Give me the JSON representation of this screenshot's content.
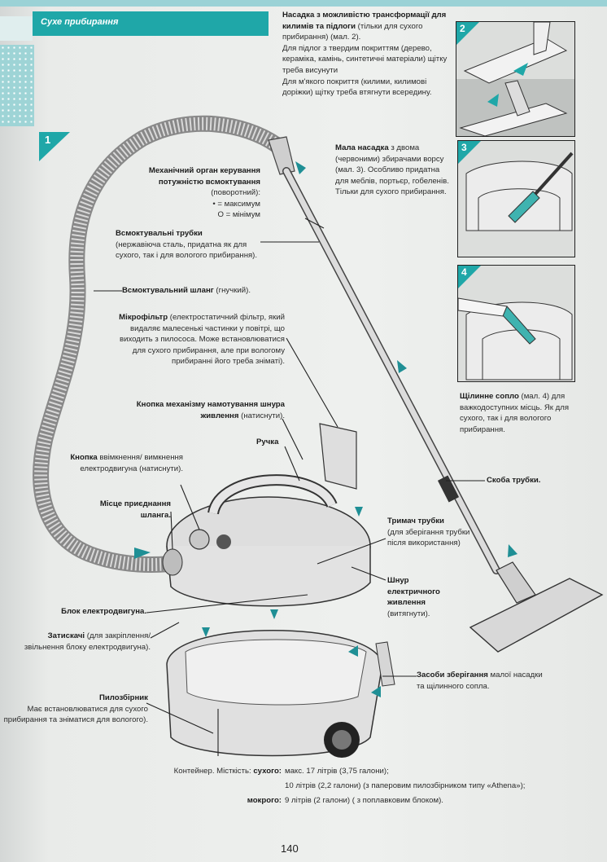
{
  "section": "Сухе прибирання",
  "page_number": "140",
  "figures": [
    "1",
    "2",
    "3",
    "4"
  ],
  "nozzle_top": {
    "title": "Насадка з можливістю трансформації для килимів та підлоги",
    "note1": " (тільки для сухого прибирання) (мал. 2).",
    "note2": "Для підлог з твердим покриттям (дерево, кераміка, камінь, синтетичні матеріали) щітку треба висунути",
    "note3": "Для м'якого покриття (килими, килимові доріжки) щітку треба втягнути всередину."
  },
  "small_nozzle": {
    "title": "Мала насадка",
    "text": " з двома (червоними) збирачами ворсу (мал. 3). Особливо придатна для меблів, портьєр, гобеленів. Тільки для сухого прибирання."
  },
  "control": {
    "title": "Механічний орган керування потужністю всмоктування",
    "note": " (поворотний):",
    "max": "• = максимум",
    "min": "O = мінімум"
  },
  "tubes": {
    "title": "Всмоктувальні трубки",
    "note": "(нержавіюча сталь, придатна як для сухого, так і для вологого прибирання)."
  },
  "hose": {
    "title": "Всмоктувальний шланг",
    "note": " (гнучкий)."
  },
  "microfilter": {
    "title": "Мікрофільтр",
    "note": " (електростатичний фільтр, який видаляє малесенькі частинки у повітрі, що виходить з пилососа. Може встановлюватися для сухого прибирання, але при вологому прибиранні його треба зніматі)."
  },
  "cord_button": {
    "title": "Кнопка механізму намотування шнура живлення",
    "note": " (натиснути)."
  },
  "handle": "Ручка",
  "power_button": {
    "title": "Кнопка",
    "title2": " ввімкнення/",
    "note": "вимкнення електродвигуна (натиснути)."
  },
  "hose_socket": "Місце приєднання шланга.",
  "crevice": {
    "title": "Щілинне сопло",
    "note": " (мал. 4) для важкодоступних місць. Як для сухого, так і для вологого прибирання."
  },
  "clip": "Скоба трубки.",
  "tube_holder": {
    "title": "Тримач трубки",
    "note": "(для зберігання трубки після використання)"
  },
  "cord": {
    "title": "Шнур електричного живлення",
    "note": "(витягнути)."
  },
  "motor_block": "Блок електродвигуна.",
  "latches": {
    "title": "Затискачі",
    "note": " (для закріплення/ звільнення блоку електродвигуна)."
  },
  "storage": {
    "title": "Засоби зберігання",
    "note": " малої насадки та щілинного сопла."
  },
  "dustbag": {
    "title": "Пилозбірник",
    "note": "Має встановлюватися для сухого прибирання та зніматися для вологого)."
  },
  "container": {
    "label": "Контейнер. Місткість:",
    "dry_label": "сухого:",
    "dry_1": "макс. 17 літрів (3,75 галони);",
    "dry_2": "10 літрів (2,2 галони) (з паперовим пилозбірником типу «Athena»);",
    "wet_label": "мокрого:",
    "wet": "9 літрів (2 галони) ( з поплавковим блоком)."
  },
  "colors": {
    "accent": "#1fa7a8",
    "band": "#9bd2d6"
  }
}
